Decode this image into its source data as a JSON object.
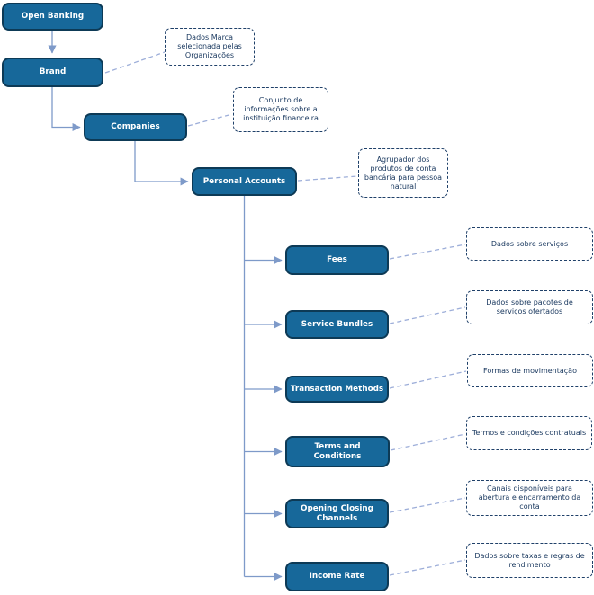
{
  "nodes": {
    "open_banking": "Open Banking",
    "brand": "Brand",
    "companies": "Companies",
    "personal_accounts": "Personal Accounts",
    "fees": "Fees",
    "service_bundles": "Service Bundles",
    "transaction_methods": "Transaction Methods",
    "terms_and_conditions": "Terms and Conditions",
    "opening_closing_channels": "Opening Closing Channels",
    "income_rate": "Income Rate"
  },
  "annotations": {
    "brand": "Dados Marca selecionada pelas Organizações",
    "companies": "Conjunto de informações sobre a instituição financeira",
    "personal_accounts": "Agrupador dos produtos de conta bancária para pessoa natural",
    "fees": "Dados sobre serviços",
    "service_bundles": "Dados sobre pacotes de serviços ofertados",
    "transaction_methods": "Formas de movimentação",
    "terms_and_conditions": "Termos e condições contratuais",
    "opening_closing_channels": "Canais disponíveis para abertura e encarramento da conta",
    "income_rate": "Dados sobre taxas e regras de rendimento"
  },
  "colors": {
    "background": "#FFFFFF",
    "node_fill": "#17689A",
    "node_border": "#0D3A56",
    "node_text": "#FFFFFF",
    "annotation_border": "#1F4069",
    "annotation_text": "#17365D",
    "tree_connector": "#7E9AC9",
    "annotation_connector": "#9DAED9"
  }
}
